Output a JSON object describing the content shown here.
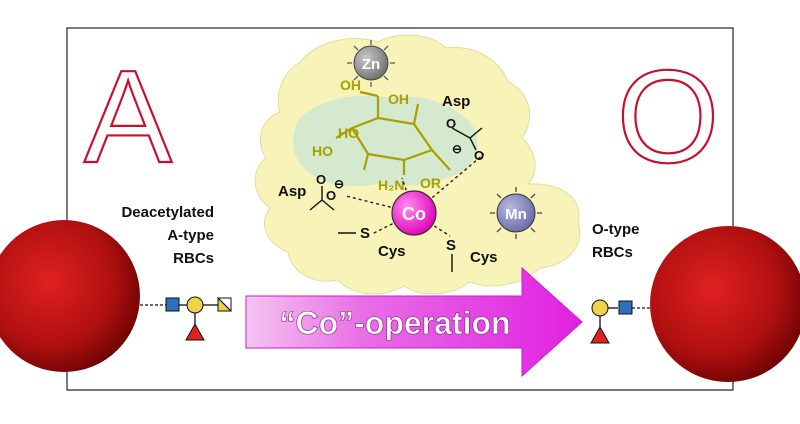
{
  "left_letter": "A",
  "right_letter": "O",
  "left_label": [
    "Deacetylated",
    "A-type",
    "RBCs"
  ],
  "right_label": [
    "O-type",
    "RBCs"
  ],
  "arrow_label": "“Co”-operation",
  "metals": {
    "zn": "Zn",
    "co": "Co",
    "mn": "Mn"
  },
  "residues": {
    "asp_top": "Asp",
    "asp_left": "Asp",
    "cys_left": "Cys",
    "cys_right": "Cys",
    "s_left": "S",
    "s_right": "S"
  },
  "sugar_labels": {
    "oh_top": "OH",
    "oh_mid": "OH",
    "oh_left": "HO",
    "oh_left2": "HO",
    "h2n": "H₂N",
    "or": "OR"
  },
  "carboxylate": {
    "o1": "O",
    "o2": "O",
    "minus": "⊖"
  },
  "colors": {
    "letter_outline": "#c8102e",
    "rbc": "#b01010",
    "protein": "#f8f3b8",
    "pocket": "#cfe8d0",
    "sugar": "#a8a000",
    "co": "#ff00cc",
    "arrow": "#e020e0",
    "zn": "#8c8c8c",
    "mn": "#7e80b8",
    "glycan_square": "#2f6fbf",
    "glycan_circle": "#f1d14a",
    "glycan_triangle": "#e0211e"
  },
  "icons": [
    "rbc-left",
    "rbc-right",
    "glycan-chain-left",
    "glycan-chain-right",
    "pink-arrow",
    "enzyme-blob"
  ]
}
